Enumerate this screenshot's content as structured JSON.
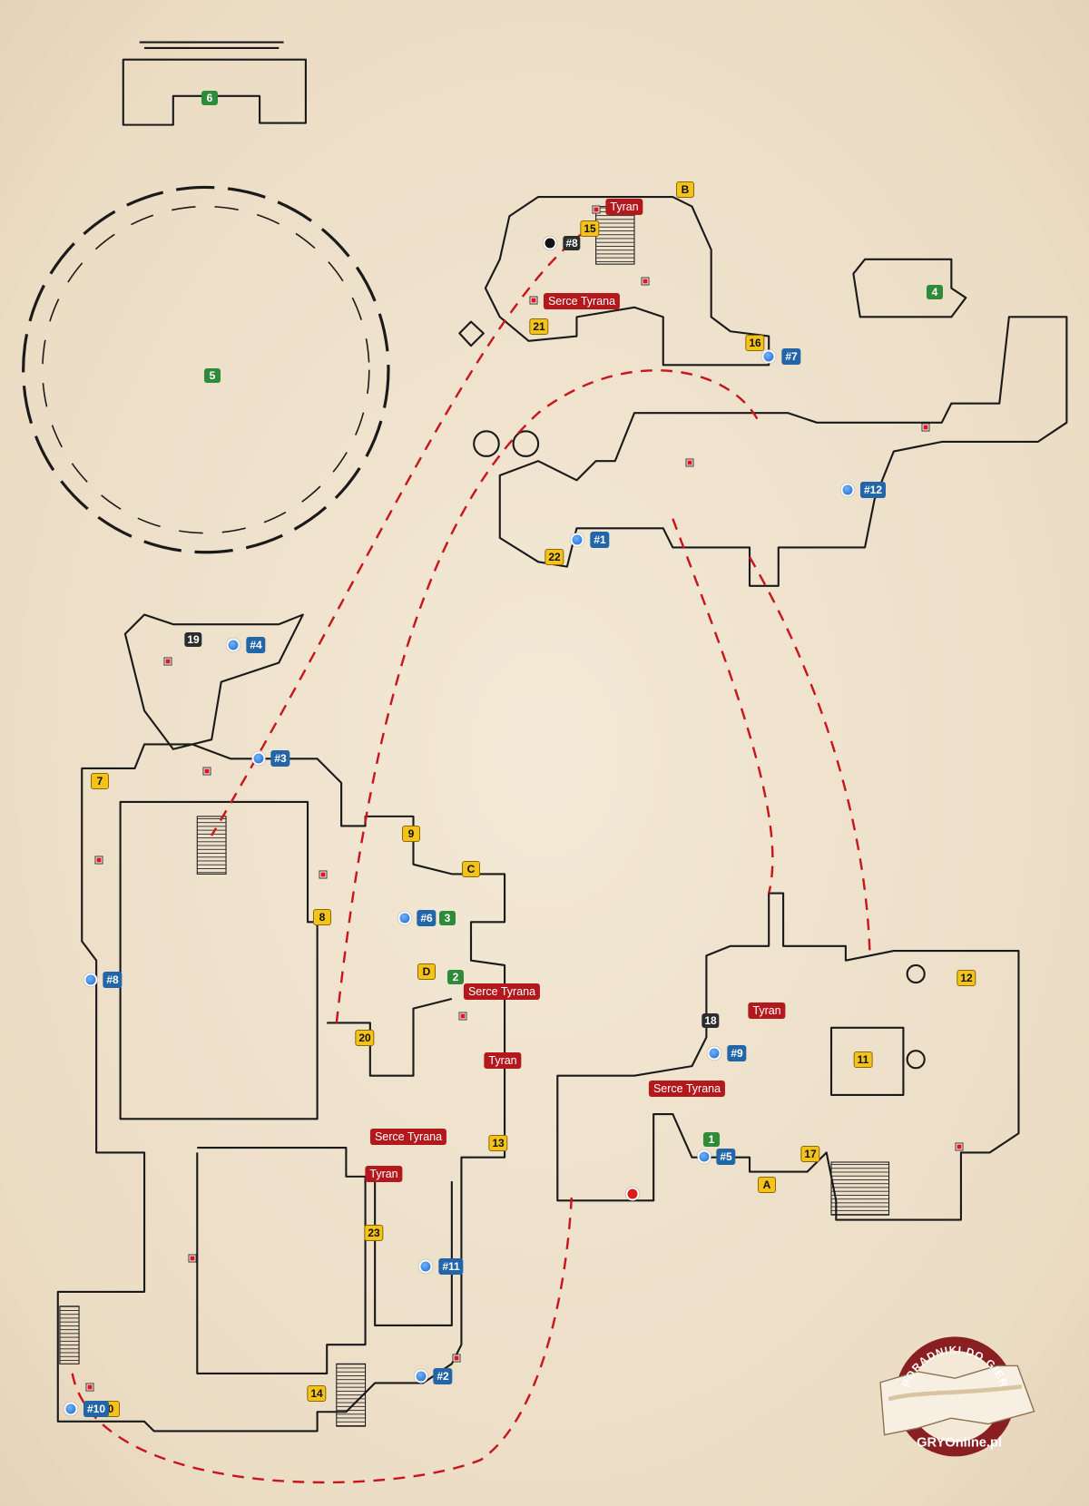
{
  "map": {
    "yellow_markers": [
      "B",
      "15",
      "21",
      "16",
      "22",
      "7",
      "9",
      "C",
      "8",
      "D",
      "20",
      "13",
      "23",
      "14",
      "12",
      "11",
      "17",
      "A",
      "0"
    ],
    "green_markers": [
      "6",
      "4",
      "5",
      "3",
      "2",
      "1"
    ],
    "dark_markers": [
      "19",
      "18",
      "#8"
    ],
    "blue_markers": [
      "#7",
      "#12",
      "#1",
      "#4",
      "#3",
      "#6",
      "#8",
      "#9",
      "#5",
      "#11",
      "#2",
      "#10"
    ],
    "boss_labels": [
      "Tyran",
      "Serce Tyrana",
      "Serce Tyrana",
      "Tyran",
      "Serce Tyrana",
      "Tyran",
      "Serce Tyrana",
      "Tyran"
    ],
    "colors": {
      "yellow": "#f4c21b",
      "green": "#2e8b3a",
      "blue": "#2366a8",
      "boss": "#b3181c",
      "route": "#c8161c",
      "paper": "#efe4d0"
    }
  },
  "logo": {
    "top_text": "PORADNIKI DO GIER",
    "bottom_text": "GRYOnline.pl"
  }
}
